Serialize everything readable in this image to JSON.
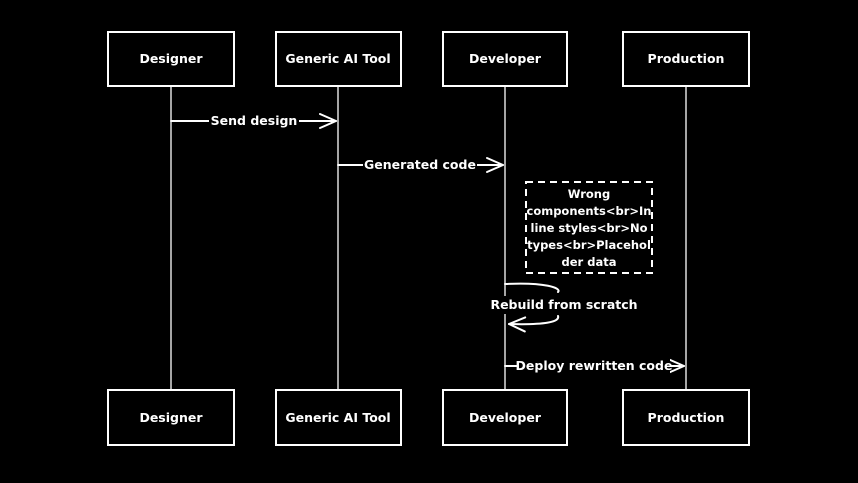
{
  "participants": [
    {
      "id": "designer",
      "label": "Designer"
    },
    {
      "id": "ai",
      "label": "Generic AI Tool"
    },
    {
      "id": "developer",
      "label": "Developer"
    },
    {
      "id": "production",
      "label": "Production"
    }
  ],
  "messages": [
    {
      "from": "designer",
      "to": "ai",
      "label": "Send design"
    },
    {
      "from": "ai",
      "to": "developer",
      "label": "Generated code"
    },
    {
      "from": "developer",
      "to": "developer",
      "label": "Rebuild from scratch"
    },
    {
      "from": "developer",
      "to": "production",
      "label": "Deploy rewritten code"
    }
  ],
  "note": {
    "over": "developer",
    "lines": [
      "Wrong",
      "components<br>In",
      "line styles<br>No",
      "types<br>Placehol",
      "der data"
    ]
  },
  "colors": {
    "background": "#000000",
    "foreground": "#ffffff"
  }
}
